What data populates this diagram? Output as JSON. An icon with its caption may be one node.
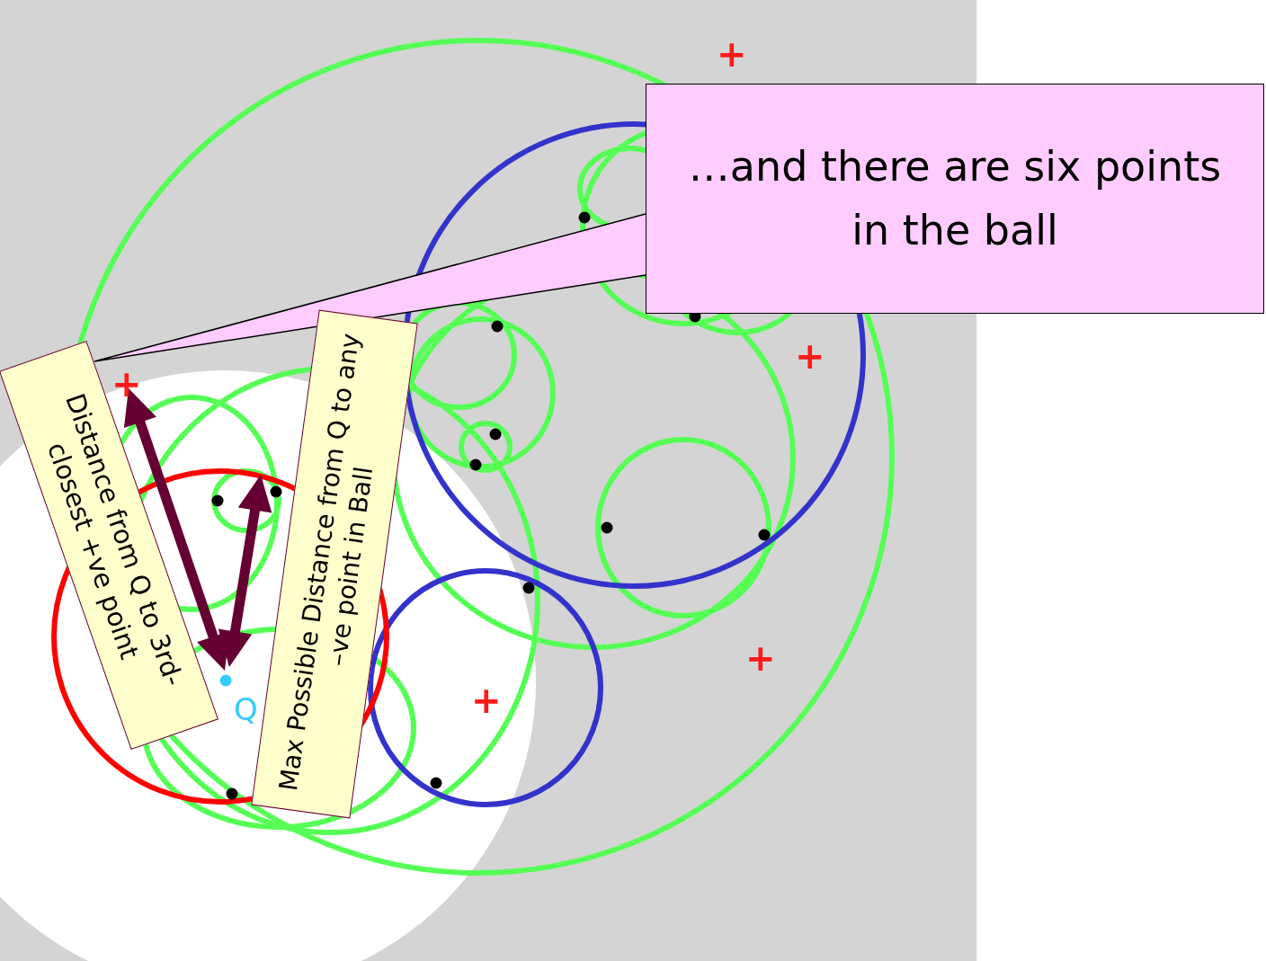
{
  "diagram": {
    "nodes": [
      {
        "text": [
          "…and there are six points in the ball"
        ]
      },
      {
        "text": [
          "Distance from Q to 3rd-closest +ve point"
        ]
      },
      {
        "text": [
          "Max Possible Distance from Q to any –ve point in Ball"
        ]
      }
    ],
    "labels": [
      "+",
      "+",
      "+",
      "+",
      "+",
      "Q"
    ]
  }
}
